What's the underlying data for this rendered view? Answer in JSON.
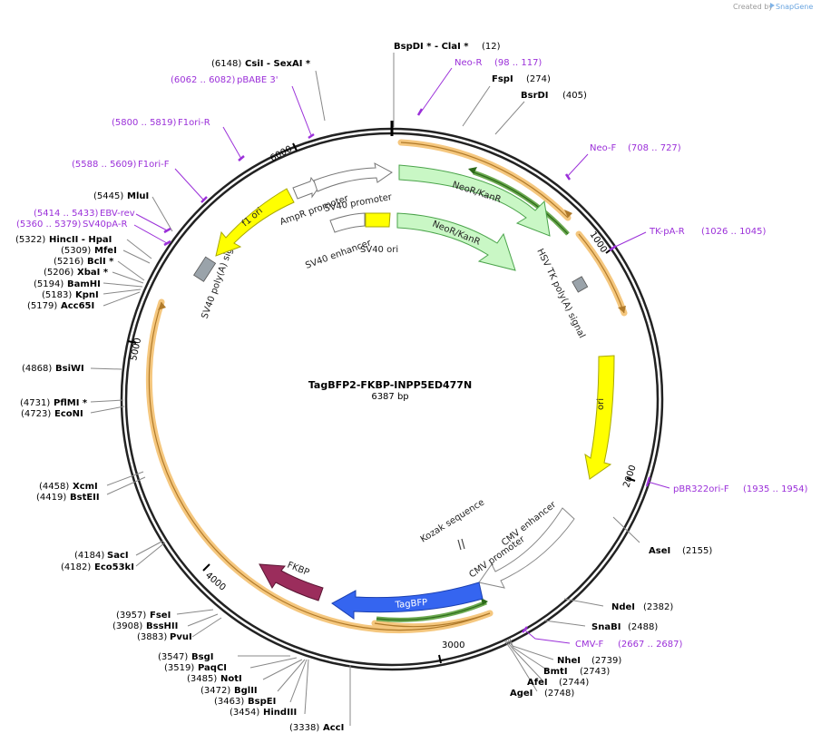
{
  "credit": {
    "prefix": "Created by",
    "brand": "SnapGene"
  },
  "map": {
    "name": "TagBFP2-FKBP-INPP5ED477N",
    "length_label": "6387 bp",
    "length": 6387
  },
  "ticks": [
    "1000",
    "2000",
    "3000",
    "4000",
    "5000",
    "6000"
  ],
  "sites": [
    {
      "pos": "(12)",
      "name": "BspDI *  -  ClaI *"
    },
    {
      "pos": "(274)",
      "name": "FspI"
    },
    {
      "pos": "(405)",
      "name": "BsrDI"
    },
    {
      "pos": "(2155)",
      "name": "AseI"
    },
    {
      "pos": "(2382)",
      "name": "NdeI"
    },
    {
      "pos": "(2488)",
      "name": "SnaBI"
    },
    {
      "pos": "(2739)",
      "name": "NheI"
    },
    {
      "pos": "(2743)",
      "name": "BmtI"
    },
    {
      "pos": "(2744)",
      "name": "AfeI"
    },
    {
      "pos": "(2748)",
      "name": "AgeI"
    },
    {
      "pos": "(3338)",
      "name": "AccI"
    },
    {
      "pos": "(3454)",
      "name": "HindIII"
    },
    {
      "pos": "(3463)",
      "name": "BspEI"
    },
    {
      "pos": "(3472)",
      "name": "BglII"
    },
    {
      "pos": "(3485)",
      "name": "NotI"
    },
    {
      "pos": "(3519)",
      "name": "PaqCI"
    },
    {
      "pos": "(3547)",
      "name": "BsgI"
    },
    {
      "pos": "(3883)",
      "name": "PvuI"
    },
    {
      "pos": "(3908)",
      "name": "BssHII"
    },
    {
      "pos": "(3957)",
      "name": "FseI"
    },
    {
      "pos": "(4182)",
      "name": "Eco53kI"
    },
    {
      "pos": "(4184)",
      "name": "SacI"
    },
    {
      "pos": "(4419)",
      "name": "BstEII"
    },
    {
      "pos": "(4458)",
      "name": "XcmI"
    },
    {
      "pos": "(4723)",
      "name": "EcoNI"
    },
    {
      "pos": "(4731)",
      "name": "PflMI *"
    },
    {
      "pos": "(4868)",
      "name": "BsiWI"
    },
    {
      "pos": "(5179)",
      "name": "Acc65I"
    },
    {
      "pos": "(5183)",
      "name": "KpnI"
    },
    {
      "pos": "(5194)",
      "name": "BamHI"
    },
    {
      "pos": "(5206)",
      "name": "XbaI *"
    },
    {
      "pos": "(5216)",
      "name": "BclI *"
    },
    {
      "pos": "(5309)",
      "name": "MfeI"
    },
    {
      "pos": "(5322)",
      "name": "HincII  -  HpaI"
    },
    {
      "pos": "(5445)",
      "name": "MluI"
    },
    {
      "pos": "(6148)",
      "name": "CsiI  -  SexAI *"
    }
  ],
  "primers": [
    {
      "name": "Neo-R",
      "range": "(98 .. 117)"
    },
    {
      "name": "Neo-F",
      "range": "(708 .. 727)"
    },
    {
      "name": "TK-pA-R",
      "range": "(1026 .. 1045)"
    },
    {
      "name": "pBR322ori-F",
      "range": "(1935 .. 1954)"
    },
    {
      "name": "CMV-F",
      "range": "(2667 .. 2687)"
    },
    {
      "name": "SV40pA-R",
      "range": "(5360 .. 5379)"
    },
    {
      "name": "EBV-rev",
      "range": "(5414 .. 5433)"
    },
    {
      "name": "F1ori-F",
      "range": "(5588 .. 5609)"
    },
    {
      "name": "F1ori-R",
      "range": "(5800 .. 5819)"
    },
    {
      "name": "pBABE 3'",
      "range": "(6062 .. 6082)"
    }
  ],
  "features": {
    "neor_outer": "NeoR/KanR",
    "neor_inner": "NeoR/KanR",
    "hsv_tk_pa": "HSV TK poly(A) signal",
    "ori": "ori",
    "cmv_enhancer": "CMV enhancer",
    "cmv_promoter": "CMV promoter",
    "kozak": "Kozak sequence",
    "tagbfp": "TagBFP",
    "fkbp": "FKBP",
    "f1_ori": "f1 ori",
    "sv40_pa": "SV40 poly(A) signal",
    "ampr_promoter": "AmpR promoter",
    "sv40_promoter": "SV40 promoter",
    "sv40_enhancer": "SV40 enhancer",
    "sv40_ori": "SV40 ori"
  },
  "colors": {
    "backbone": "#222222",
    "neor": "#c9f7c5",
    "ori": "#ffff00",
    "tagbfp": "#3565f0",
    "fkbp": "#9b2d5c",
    "polyA": "#9aa3aa",
    "primer": "#9b30d9",
    "orf": "#f5c77e"
  }
}
